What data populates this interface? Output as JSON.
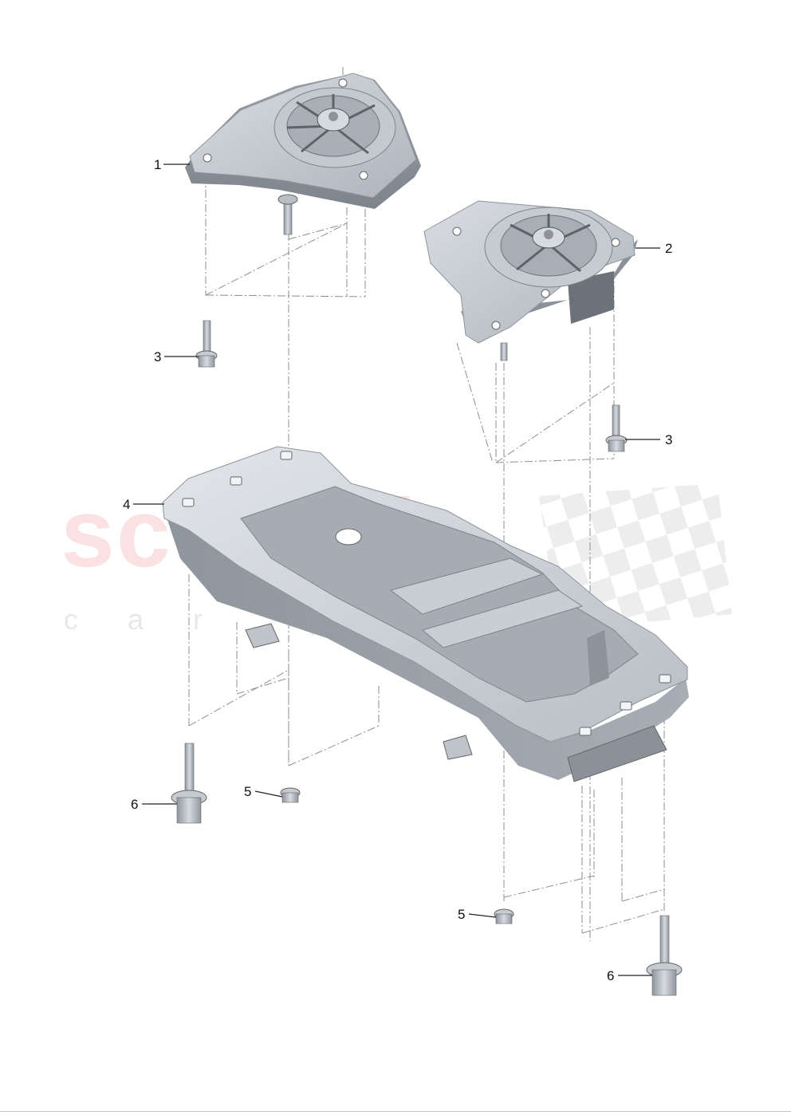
{
  "watermark": {
    "main": "scuderia",
    "sub": "car parts"
  },
  "callouts": {
    "c1": "1",
    "c2": "2",
    "c3a": "3",
    "c3b": "3",
    "c4": "4",
    "c5a": "5",
    "c5b": "5",
    "c6a": "6",
    "c6b": "6"
  }
}
